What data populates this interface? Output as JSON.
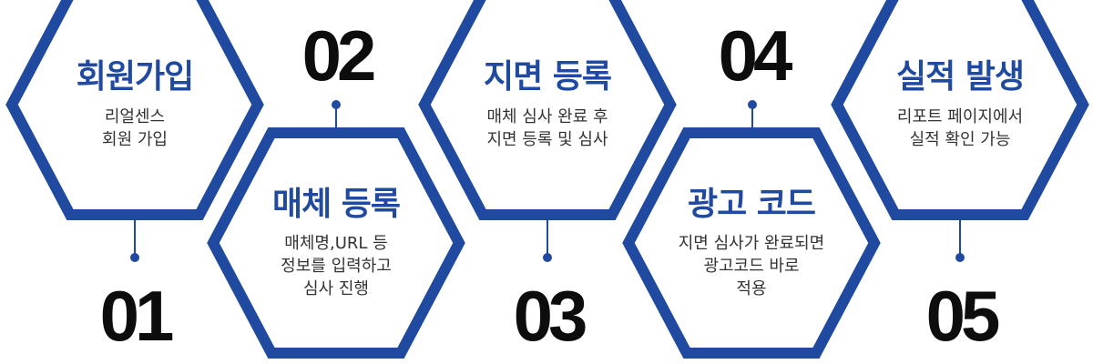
{
  "colors": {
    "hex_border": "#1f4aa0",
    "hex_fill": "#ffffff",
    "title": "#1f4aa0",
    "description": "#333333",
    "number": "#0d0d0d",
    "connector": "#1f4aa0"
  },
  "steps": [
    {
      "number": "01",
      "title": "회원가입",
      "description": "리얼센스\n회원 가입"
    },
    {
      "number": "02",
      "title": "매체 등록",
      "description": "매체명,URL 등\n정보를 입력하고\n심사 진행"
    },
    {
      "number": "03",
      "title": "지면 등록",
      "description": "매체 심사 완료 후\n지면 등록 및 심사"
    },
    {
      "number": "04",
      "title": "광고 코드",
      "description": "지면 심사가 완료되면\n광고코드 바로\n적용"
    },
    {
      "number": "05",
      "title": "실적 발생",
      "description": "리포트 페이지에서\n실적 확인 가능"
    }
  ]
}
